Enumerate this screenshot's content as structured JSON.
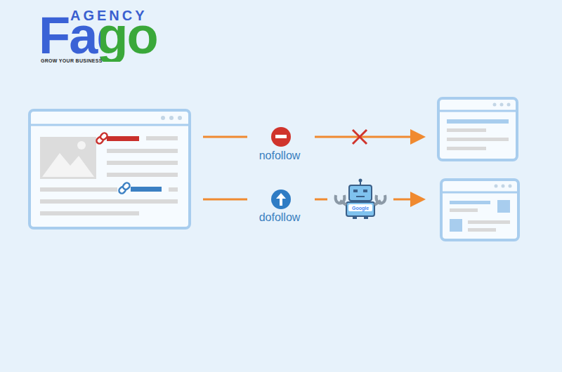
{
  "diagram": {
    "labels": [
      "AGENCY",
      "Fago",
      "GROW YOUR BUSINESS",
      "nofollow",
      "dofollow",
      "Google"
    ]
  }
}
